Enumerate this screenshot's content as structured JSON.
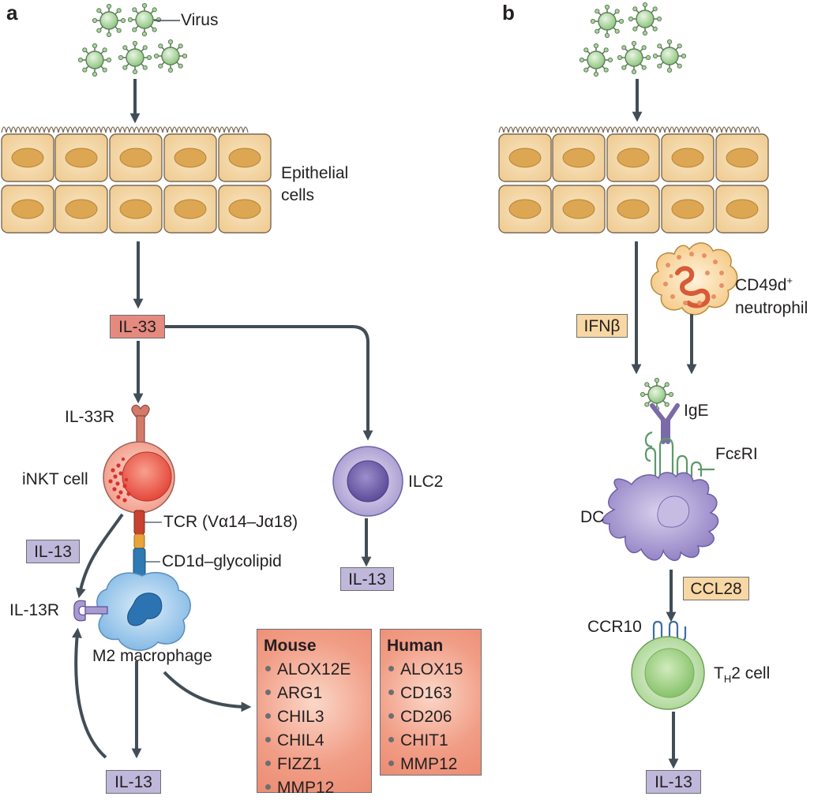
{
  "panels": {
    "a": "a",
    "b": "b"
  },
  "labels": {
    "virus": "Virus",
    "epithelial_1": "Epithelial",
    "epithelial_2": "cells",
    "il33r": "IL-33R",
    "inkt_cell": "iNKT cell",
    "ilc2": "ILC2",
    "tcr": "TCR (Vα14–Jα18)",
    "cd1d": "CD1d–glycolipid",
    "il13r": "IL-13R",
    "m2_macrophage": "M2 macrophage",
    "cd49d": "CD49d",
    "cd49d_sup": "+",
    "neutrophil": "neutrophil",
    "ige": "IgE",
    "fceri": "FcεRI",
    "dc": "DC",
    "ccr10": "CCR10",
    "th2_t": "T",
    "th2_sub": "H",
    "th2_rest": "2 cell"
  },
  "tags": {
    "il33": "IL-33",
    "il13_left": "IL-13",
    "il13_ilc2": "IL-13",
    "il13_bottom": "IL-13",
    "ifnb": "IFNβ",
    "ccl28": "CCL28",
    "il13_b": "IL-13"
  },
  "mouse": {
    "title": "Mouse",
    "genes": [
      "ALOX12E",
      "ARG1",
      "CHIL3",
      "CHIL4",
      "FIZZ1",
      "MMP12"
    ]
  },
  "human": {
    "title": "Human",
    "genes": [
      "ALOX15",
      "CD163",
      "CD206",
      "CHIT1",
      "MMP12"
    ]
  },
  "colors": {
    "arrow": "#414d57",
    "epithelial_fill": "#f3d6a4",
    "epithelial_nucleus": "#ddaa55",
    "virus": "#a9d39e",
    "inkt": "#ef8274",
    "ilc2": "#a79bd0",
    "macrophage": "#8fc2e8",
    "neutrophil": "#f7cf95",
    "dc": "#a392cc",
    "th2": "#b7dc9c"
  }
}
